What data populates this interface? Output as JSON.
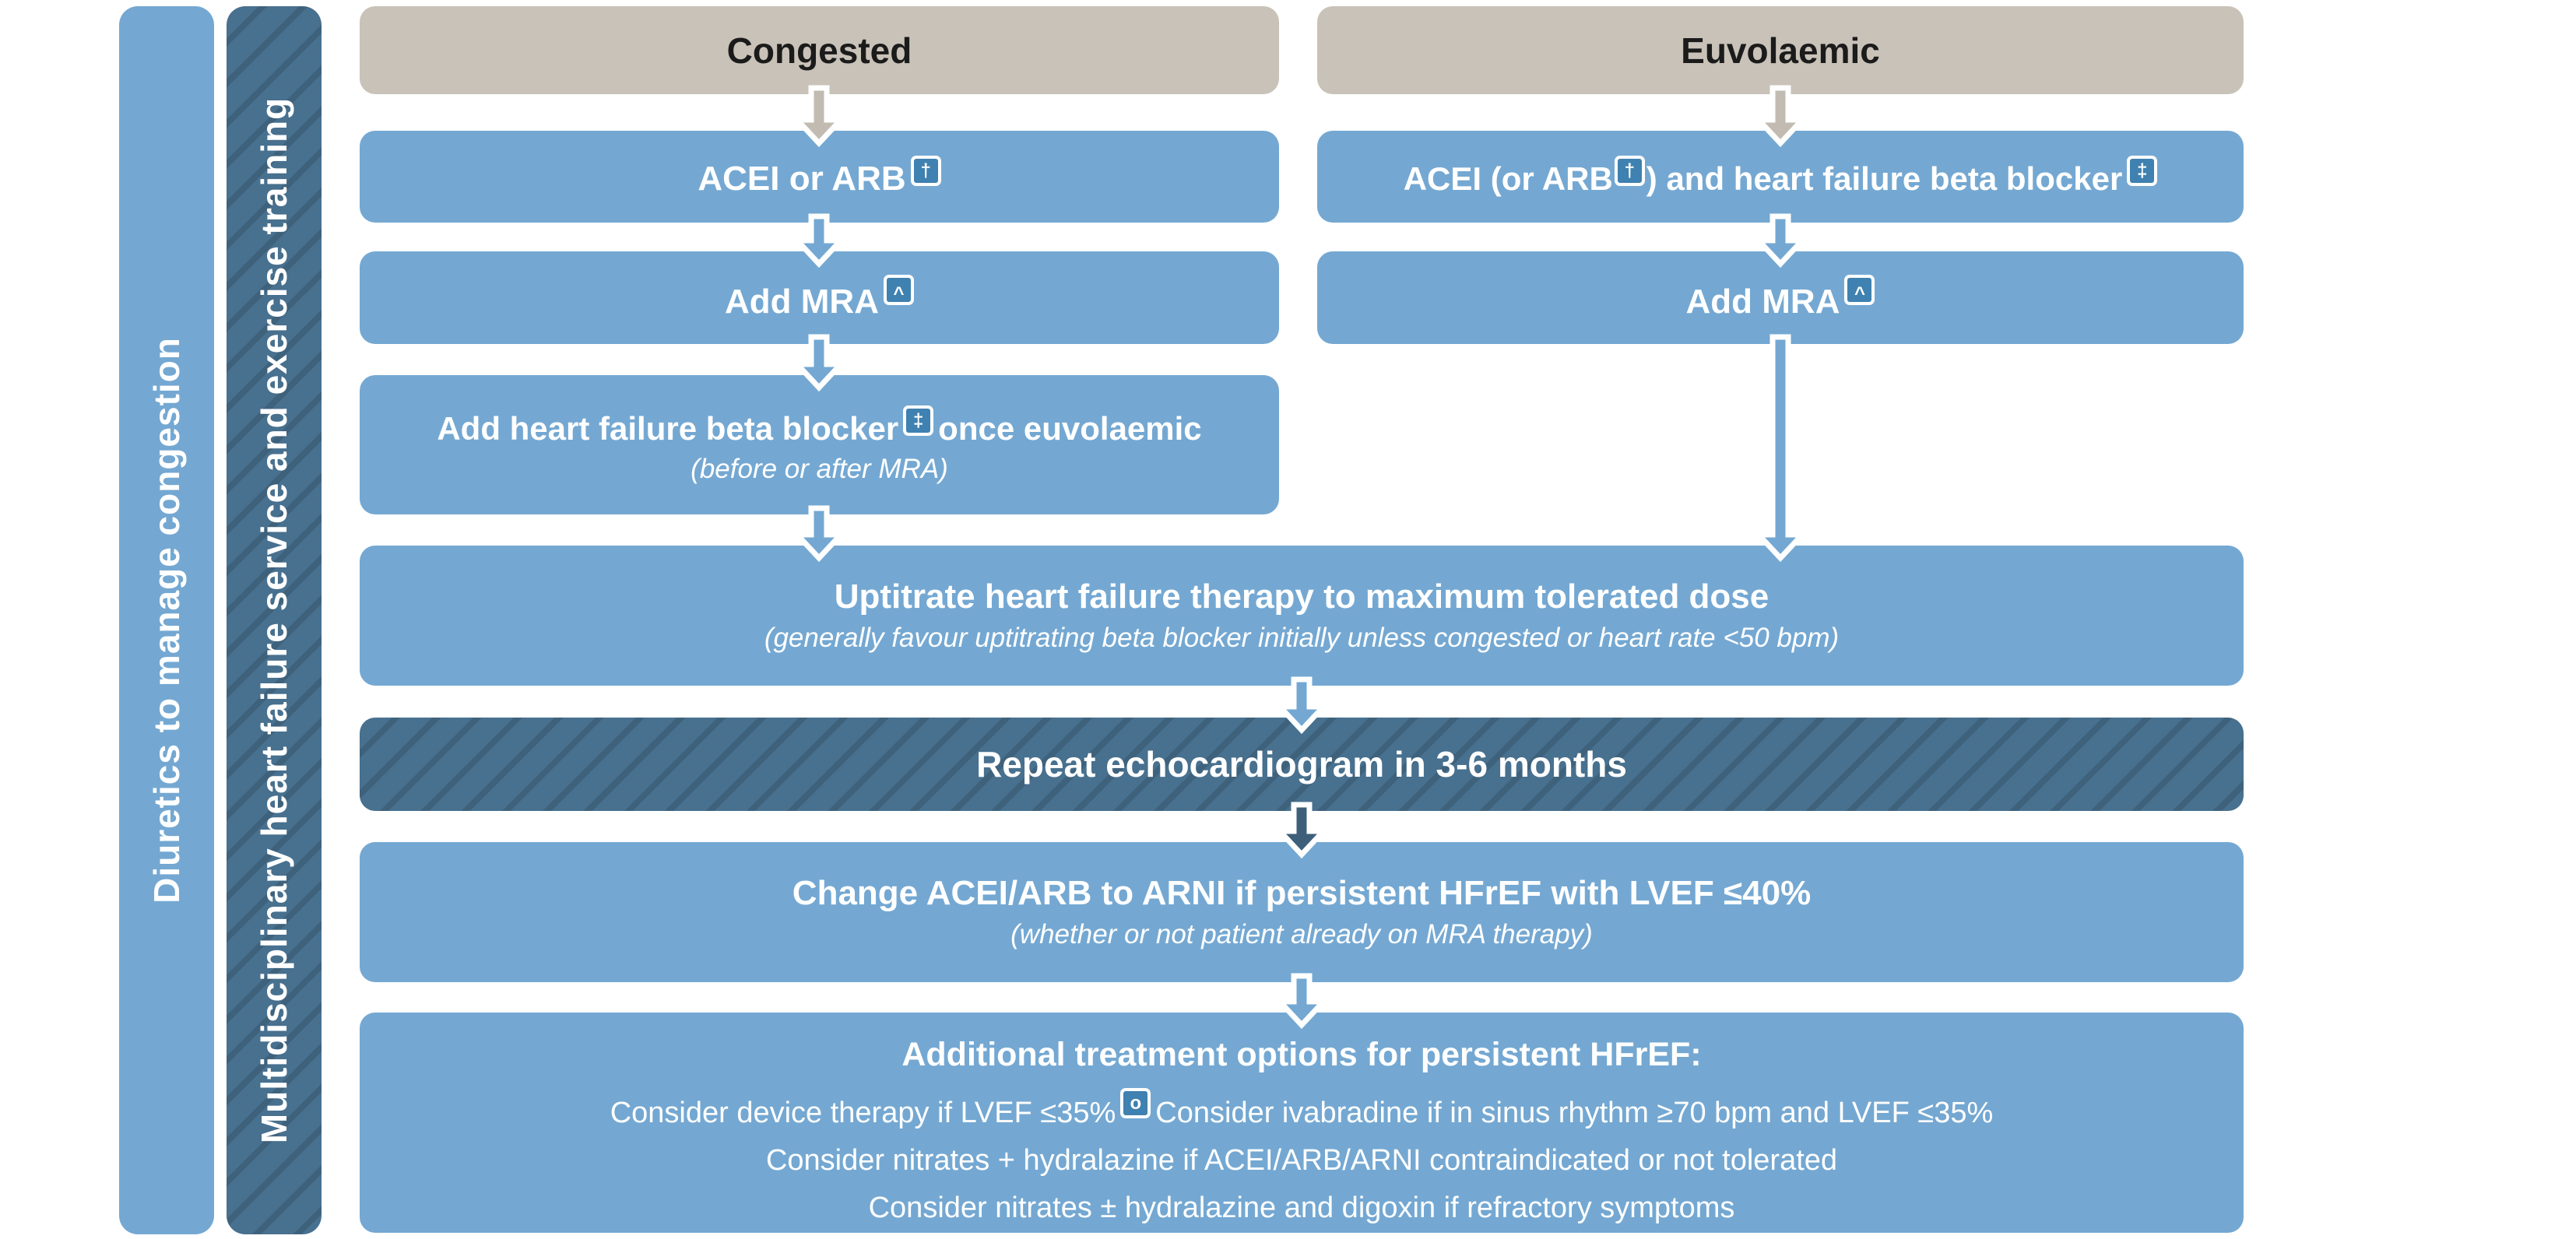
{
  "sidebars": {
    "diuretics": {
      "label": "Diuretics to manage congestion"
    },
    "mdt": {
      "label": "Multidisciplinary heart failure service and exercise training"
    }
  },
  "headers": {
    "congested": "Congested",
    "euvolaemic": "Euvolaemic"
  },
  "boxes": {
    "acei_left": {
      "text": "ACEI or ARB",
      "footnote": "†"
    },
    "acei_right": {
      "text_a": "ACEI (or ARB",
      "footnote_a": "†",
      "text_b": ") and heart failure beta blocker",
      "footnote_b": "‡"
    },
    "add_mra": {
      "text": "Add MRA",
      "footnote": "^"
    },
    "add_beta_blocker": {
      "text_a": "Add heart failure beta blocker",
      "footnote_a": "‡",
      "text_b": "once euvolaemic",
      "subtitle": "(before or after MRA)"
    },
    "uptitrate": {
      "title": "Uptitrate heart failure therapy to maximum tolerated dose",
      "subtitle": "(generally favour uptitrating beta blocker initially unless congested or heart rate <50 bpm)"
    },
    "repeat_echo": {
      "title": "Repeat echocardiogram in 3-6 months"
    },
    "switch_arni": {
      "title": "Change ACEI/ARB to ARNI if persistent HFrEF with LVEF ≤40%",
      "subtitle": "(whether or not patient already on MRA therapy)"
    },
    "additional": {
      "title": "Additional treatment options for persistent HFrEF:",
      "line1_a": "Consider device therapy if LVEF ≤35%",
      "footnote_1": "o",
      "line1_b": "Consider ivabradine if in sinus rhythm ≥70 bpm and LVEF ≤35%",
      "line2": "Consider nitrates + hydralazine if ACEI/ARB/ARNI contraindicated or not tolerated",
      "line3": "Consider nitrates ± hydralazine and digoxin if refractory symptoms"
    }
  },
  "colors": {
    "box_blue": "#74A8D2",
    "dark_slate": "#48708F",
    "header_tan": "#C9C2B8",
    "badge_blue": "#3F81B0",
    "arrow_tan": "#C2BBB1",
    "arrow_dark": "#3D5F7A",
    "text_on_blue": "#FFFFFF",
    "text_on_tan": "#1B1B1B"
  }
}
